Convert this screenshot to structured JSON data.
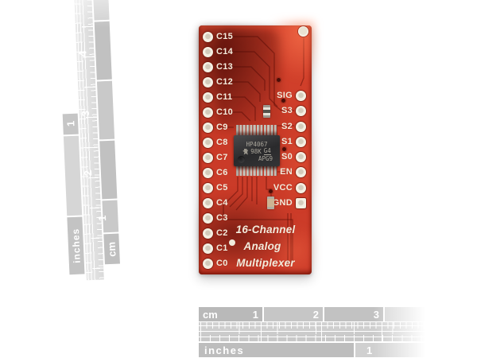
{
  "board": {
    "silkscreen_title": [
      "16-Channel",
      "Analog",
      "Multiplexer"
    ],
    "left_pin_labels": [
      "C15",
      "C14",
      "C13",
      "C12",
      "C11",
      "C10",
      "C9",
      "C8",
      "C7",
      "C6",
      "C5",
      "C4",
      "C3",
      "C2",
      "C1",
      "C0"
    ],
    "right_pin_labels": [
      "SIG",
      "S3",
      "S2",
      "S1",
      "S0",
      "EN",
      "VCC",
      "GND"
    ],
    "ic_marking": {
      "line1": "HP4067",
      "line2_left": "98K",
      "line2_right": "G4",
      "line3": "APG9"
    },
    "colors": {
      "pcb_red": "#cf3b27",
      "pcb_dark_red": "#7e1a10",
      "silkscreen": "#f3ecdd",
      "ic_body": "#2e2e30",
      "pad": "#f1ebdd"
    }
  },
  "rulers": {
    "left": {
      "cm_numbers": [
        "4",
        "3",
        "2",
        "1"
      ],
      "cm_label": "cm",
      "inch_number": "1",
      "inch_label": "inches"
    },
    "bottom": {
      "cm_label": "cm",
      "cm_number_1": "1",
      "cm_number_2": "2",
      "cm_number_3": "3",
      "inch_label": "inches",
      "inch_number": "1"
    }
  }
}
